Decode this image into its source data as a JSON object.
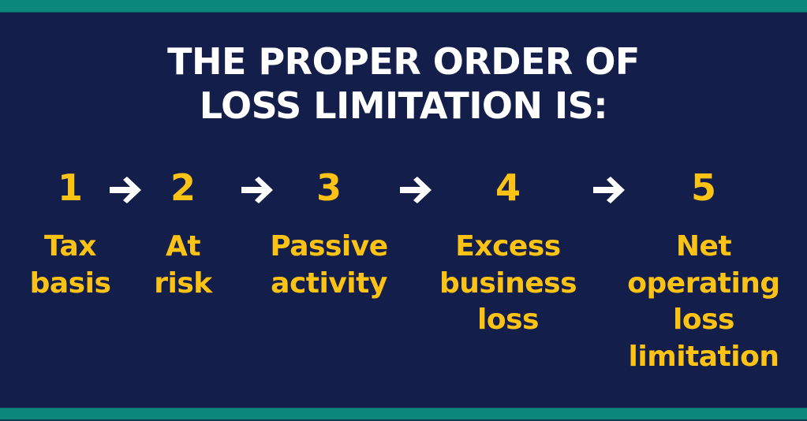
{
  "colors": {
    "background": "#131f4a",
    "band": "#0b877b",
    "accent": "#fcc315",
    "title": "#ffffff",
    "arrow": "#ffffff"
  },
  "title": {
    "lines": [
      "THE PROPER ORDER OF",
      "LOSS LIMITATION IS:"
    ]
  },
  "steps": [
    {
      "number": "1",
      "label_lines": [
        "Tax",
        "basis"
      ]
    },
    {
      "number": "2",
      "label_lines": [
        "At",
        "risk"
      ]
    },
    {
      "number": "3",
      "label_lines": [
        "Passive",
        "activity"
      ]
    },
    {
      "number": "4",
      "label_lines": [
        "Excess",
        "business",
        "loss"
      ]
    },
    {
      "number": "5",
      "label_lines": [
        "Net",
        "operating",
        "loss",
        "limitation"
      ]
    }
  ],
  "connectors": [
    {
      "icon": "arrow-right-icon",
      "from": "1",
      "to": "2"
    },
    {
      "icon": "arrow-right-icon",
      "from": "2",
      "to": "3"
    },
    {
      "icon": "arrow-right-icon",
      "from": "3",
      "to": "4"
    },
    {
      "icon": "arrow-right-icon",
      "from": "4",
      "to": "5"
    }
  ]
}
